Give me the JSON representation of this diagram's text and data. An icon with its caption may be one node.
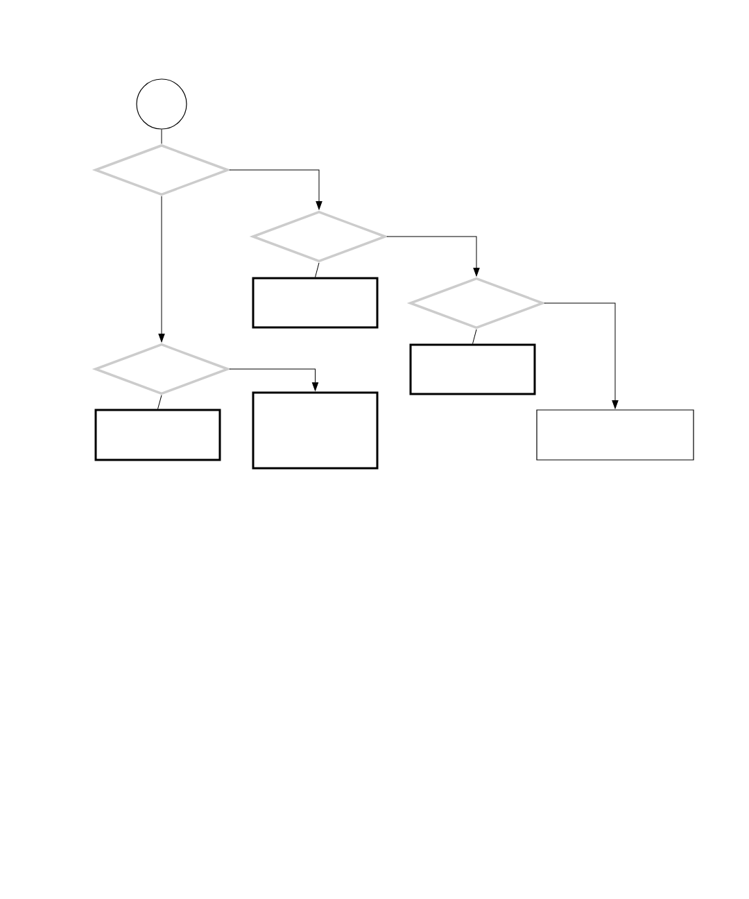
{
  "diagram": {
    "nodes": [
      {
        "text": [],
        "shape": "circle"
      },
      {
        "text": [],
        "shape": "diamond"
      },
      {
        "text": [],
        "shape": "diamond"
      },
      {
        "text": [],
        "shape": "box"
      },
      {
        "text": [],
        "shape": "diamond"
      },
      {
        "text": [],
        "shape": "diamond"
      },
      {
        "text": [],
        "shape": "box"
      },
      {
        "text": [],
        "shape": "box"
      },
      {
        "text": [],
        "shape": "box"
      },
      {
        "text": [],
        "shape": "box"
      }
    ],
    "edges": [
      {
        "from": 0,
        "to": 1,
        "arrow": "none"
      },
      {
        "from": 1,
        "to": 2,
        "arrow": "to"
      },
      {
        "from": 1,
        "to": 5,
        "arrow": "to"
      },
      {
        "from": 2,
        "to": 3,
        "arrow": "none"
      },
      {
        "from": 2,
        "to": 4,
        "arrow": "to"
      },
      {
        "from": 4,
        "to": 6,
        "arrow": "none"
      },
      {
        "from": 4,
        "to": 9,
        "arrow": "to"
      },
      {
        "from": 5,
        "to": 7,
        "arrow": "none"
      },
      {
        "from": 5,
        "to": 8,
        "arrow": "to"
      }
    ]
  }
}
